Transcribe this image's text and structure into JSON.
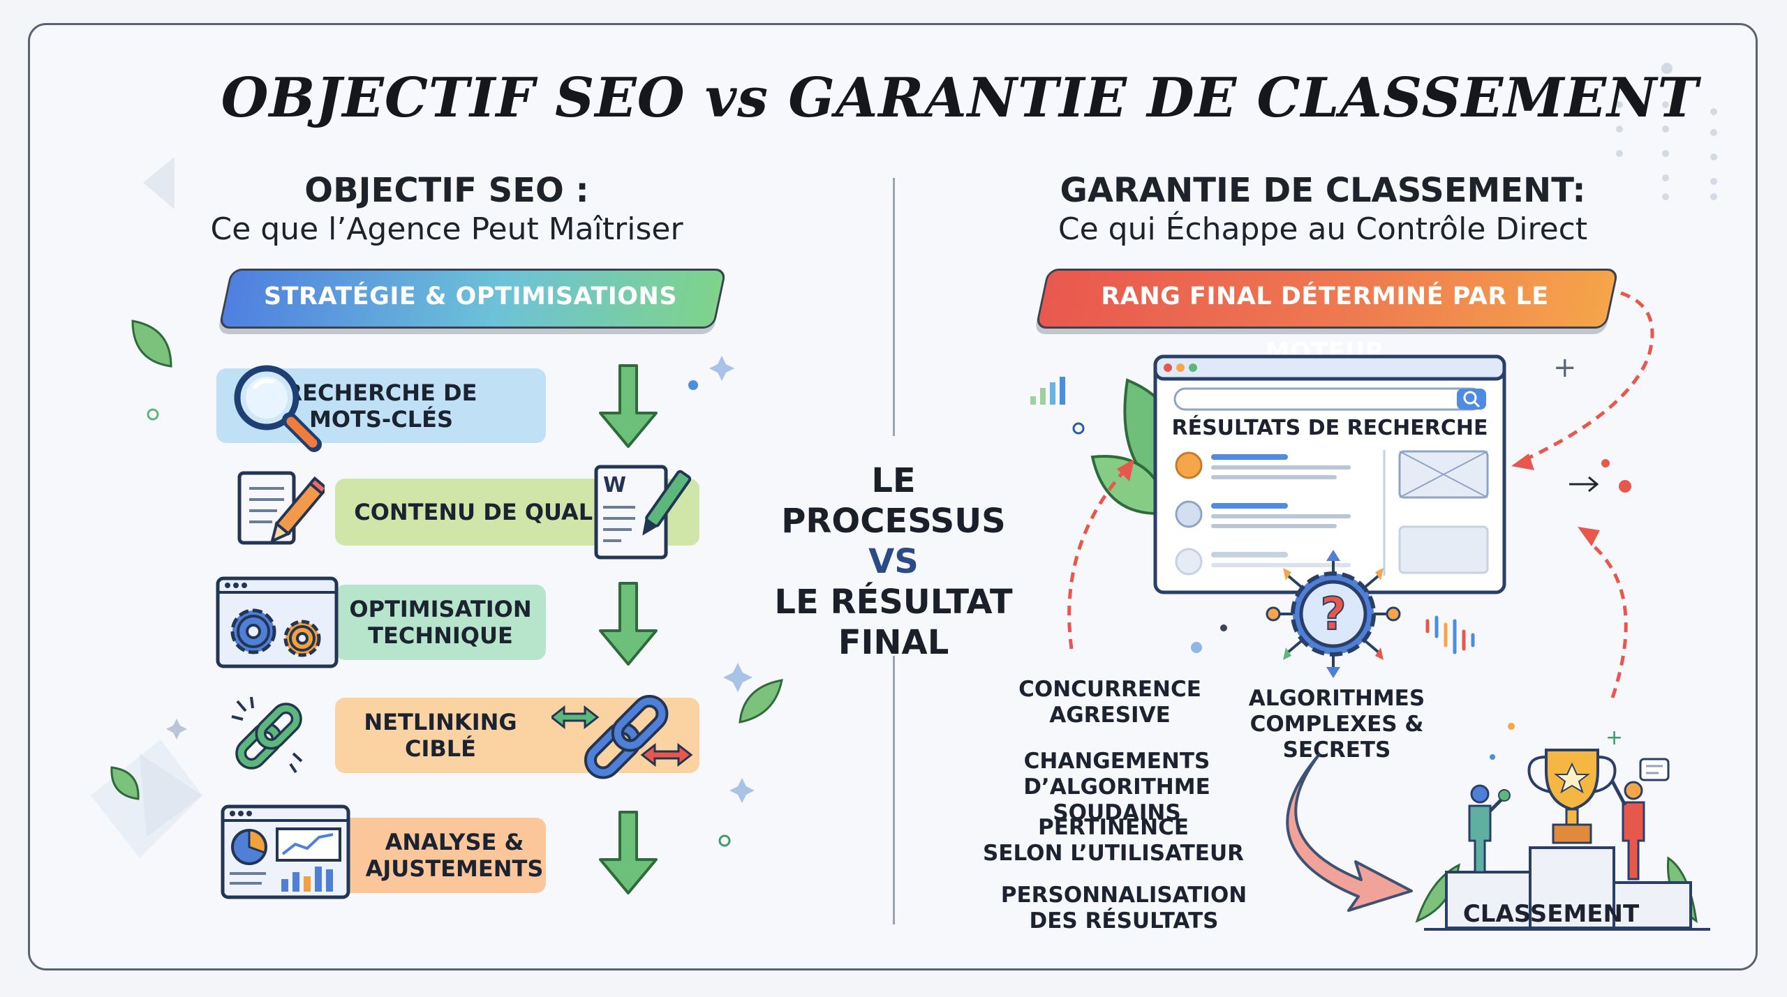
{
  "title": "OBJECTIF SEO vs GARANTIE DE CLASSEMENT",
  "left": {
    "heading": "OBJECTIF SEO :",
    "subheading": "Ce que l’Agence Peut Maîtriser",
    "banner": "STRATÉGIE & OPTIMISATIONS",
    "steps": [
      {
        "label_line1": "RECHERCHE DE",
        "label_line2": "MOTS-CLÉS",
        "icon": "magnifier-icon",
        "color": "#bfe0f5"
      },
      {
        "label_line1": "CONTENU DE QUALITÉ",
        "label_line2": "",
        "icon": "document-pencil-icon",
        "color": "#cfe6a8"
      },
      {
        "label_line1": "OPTIMISATION",
        "label_line2": "TECHNIQUE",
        "icon": "gears-icon",
        "color": "#b6e5cc"
      },
      {
        "label_line1": "NETLINKING",
        "label_line2": "CIBLÉ",
        "icon": "chain-link-icon",
        "color": "#fbd3a3"
      },
      {
        "label_line1": "ANALYSE &",
        "label_line2": "AJUSTEMENTS",
        "icon": "analytics-dashboard-icon",
        "color": "#fbc79a"
      }
    ]
  },
  "center": {
    "line1": "LE PROCESSUS",
    "line2": "VS",
    "line3": "LE RÉSULTAT",
    "line4": "FINAL"
  },
  "right": {
    "heading": "GARANTIE DE CLASSEMENT:",
    "subheading": "Ce qui Échappe au Contrôle Direct",
    "banner": "RANG FINAL DÉTERMINÉ PAR LE MOTEUR",
    "serp_title": "RÉSULTATS DE RECHERCHE",
    "factors": {
      "concurrence": {
        "l1": "CONCURRENCE",
        "l2": "AGRESIVE"
      },
      "algorithmes": {
        "l1": "ALGORITHMES",
        "l2": "COMPLEXES & SECRETS"
      },
      "changements": {
        "l1": "CHANGEMENTS",
        "l2": "D’ALGORITHME SOUDAINS"
      },
      "pertinence": {
        "l1": "PERTINENCE",
        "l2": "SELON L’UTILISATEUR"
      },
      "personnalisation": {
        "l1": "PERSONNALISATION",
        "l2": "DES RÉSULTATS"
      }
    },
    "podium_label": "CLASSEMENT"
  },
  "colors": {
    "arrow_green": "#5fb86a",
    "dashed_red": "#e8574b",
    "banner_left_from": "#4f7fe0",
    "banner_left_to": "#7fd38a",
    "banner_right_from": "#e9584f",
    "banner_right_to": "#f5a54a"
  }
}
